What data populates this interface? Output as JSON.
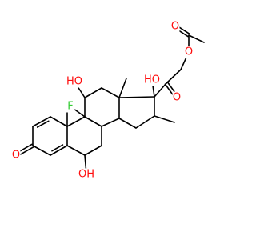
{
  "colors": {
    "background": "#ffffff",
    "bond": "#000000",
    "oxygen": "#ff0d0d",
    "fluorine": "#33cc33"
  },
  "atoms": [
    {
      "id": "ac_me",
      "label": ""
    },
    {
      "id": "ac_c",
      "label": ""
    },
    {
      "id": "ac_o",
      "label": "O"
    },
    {
      "id": "ac_oe",
      "label": "O"
    },
    {
      "id": "ch2",
      "label": ""
    },
    {
      "id": "c20",
      "label": ""
    },
    {
      "id": "c20_o",
      "label": "O"
    },
    {
      "id": "c17",
      "label": ""
    },
    {
      "id": "oh17",
      "label": "HO"
    },
    {
      "id": "c16",
      "label": ""
    },
    {
      "id": "me16",
      "label": ""
    },
    {
      "id": "c15",
      "label": ""
    },
    {
      "id": "c14",
      "label": ""
    },
    {
      "id": "c13",
      "label": ""
    },
    {
      "id": "me13",
      "label": ""
    },
    {
      "id": "c12",
      "label": ""
    },
    {
      "id": "c11",
      "label": ""
    },
    {
      "id": "oh11",
      "label": "HO"
    },
    {
      "id": "c9",
      "label": ""
    },
    {
      "id": "f9",
      "label": "F"
    },
    {
      "id": "c8",
      "label": ""
    },
    {
      "id": "c7",
      "label": ""
    },
    {
      "id": "c6",
      "label": ""
    },
    {
      "id": "oh6",
      "label": "OH"
    },
    {
      "id": "c5",
      "label": ""
    },
    {
      "id": "c4",
      "label": ""
    },
    {
      "id": "c3",
      "label": ""
    },
    {
      "id": "o3",
      "label": "O"
    },
    {
      "id": "c2",
      "label": ""
    },
    {
      "id": "c1",
      "label": ""
    },
    {
      "id": "c10",
      "label": ""
    },
    {
      "id": "me10",
      "label": ""
    }
  ],
  "bonds": [
    {
      "from": "ac_me",
      "to": "ac_c",
      "order": 1
    },
    {
      "from": "ac_c",
      "to": "ac_o",
      "order": 2
    },
    {
      "from": "ac_c",
      "to": "ac_oe",
      "order": 1
    },
    {
      "from": "ac_oe",
      "to": "ch2",
      "order": 1
    },
    {
      "from": "ch2",
      "to": "c20",
      "order": 1
    },
    {
      "from": "c20",
      "to": "c20_o",
      "order": 2
    },
    {
      "from": "c20",
      "to": "c17",
      "order": 1
    },
    {
      "from": "c17",
      "to": "oh17",
      "order": 1
    },
    {
      "from": "c17",
      "to": "c13",
      "order": 1
    },
    {
      "from": "c17",
      "to": "c16",
      "order": 1
    },
    {
      "from": "c16",
      "to": "me16",
      "order": 1
    },
    {
      "from": "c16",
      "to": "c15",
      "order": 1
    },
    {
      "from": "c15",
      "to": "c14",
      "order": 1
    },
    {
      "from": "c14",
      "to": "c13",
      "order": 1
    },
    {
      "from": "c13",
      "to": "me13",
      "order": 1
    },
    {
      "from": "c13",
      "to": "c12",
      "order": 1
    },
    {
      "from": "c12",
      "to": "c11",
      "order": 1
    },
    {
      "from": "c11",
      "to": "oh11",
      "order": 1
    },
    {
      "from": "c11",
      "to": "c9",
      "order": 1
    },
    {
      "from": "c9",
      "to": "f9",
      "order": 1
    },
    {
      "from": "c9",
      "to": "c8",
      "order": 1
    },
    {
      "from": "c9",
      "to": "c10",
      "order": 1
    },
    {
      "from": "c8",
      "to": "c14",
      "order": 1
    },
    {
      "from": "c8",
      "to": "c7",
      "order": 1
    },
    {
      "from": "c7",
      "to": "c6",
      "order": 1
    },
    {
      "from": "c6",
      "to": "oh6",
      "order": 1
    },
    {
      "from": "c6",
      "to": "c5",
      "order": 1
    },
    {
      "from": "c5",
      "to": "c10",
      "order": 1
    },
    {
      "from": "c5",
      "to": "c4",
      "order": 2
    },
    {
      "from": "c4",
      "to": "c3",
      "order": 1
    },
    {
      "from": "c3",
      "to": "o3",
      "order": 2
    },
    {
      "from": "c3",
      "to": "c2",
      "order": 1
    },
    {
      "from": "c2",
      "to": "c1",
      "order": 2
    },
    {
      "from": "c1",
      "to": "c10",
      "order": 1
    },
    {
      "from": "c10",
      "to": "me10",
      "order": 1
    }
  ]
}
